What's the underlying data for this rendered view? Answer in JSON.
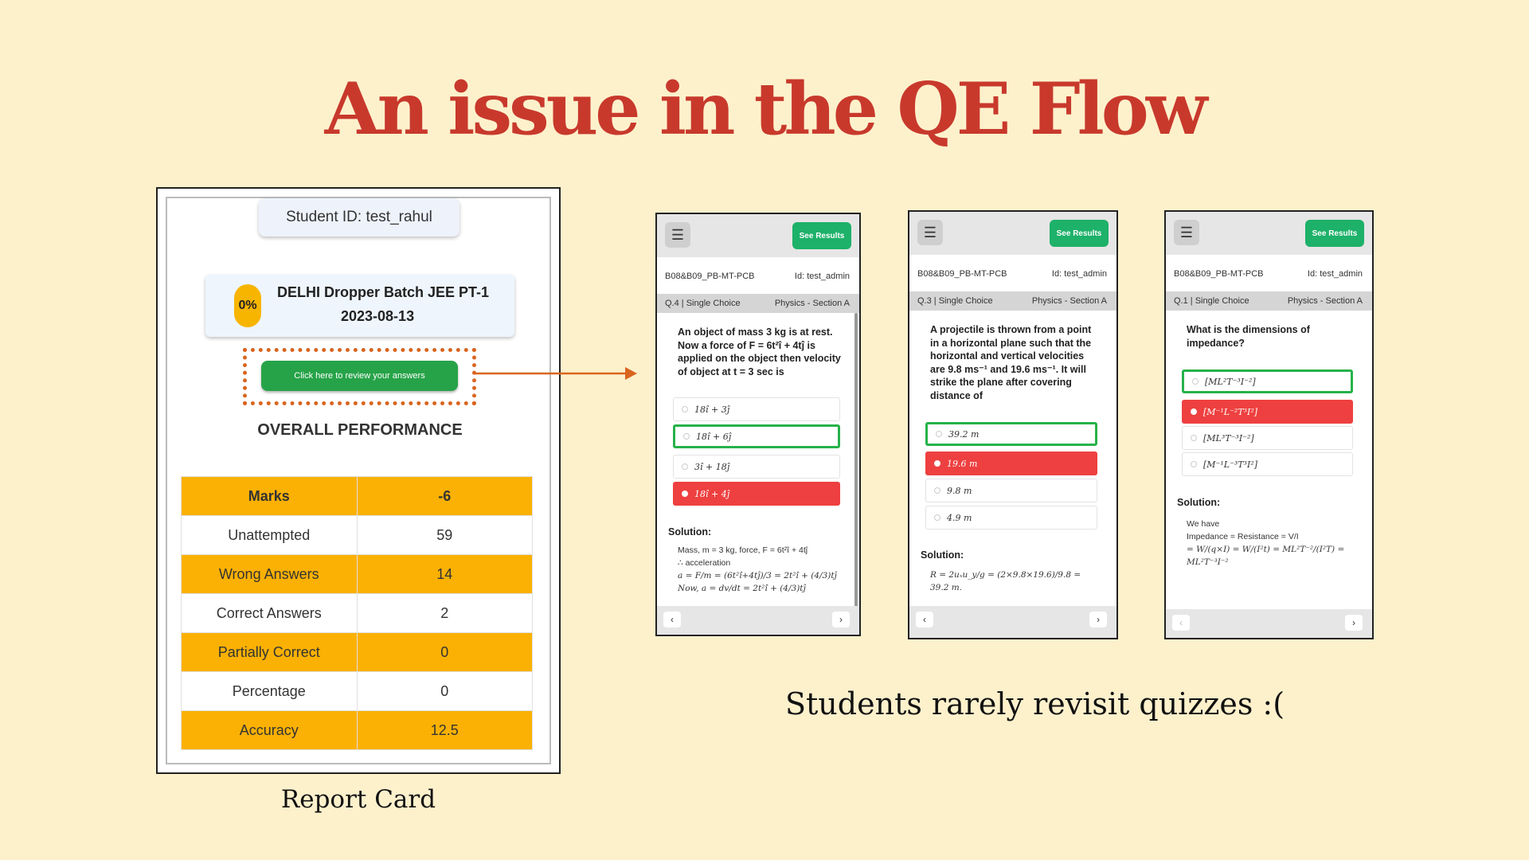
{
  "slide": {
    "title": "An issue in the QE Flow",
    "tagline": "Students rarely revisit quizzes :(",
    "report_caption": "Report Card"
  },
  "report": {
    "student_id": "Student ID: test_rahul",
    "percent_badge": "0%",
    "batch_name": "DELHI Dropper Batch JEE PT-1",
    "date": "2023-08-13",
    "review_button": "Click here to review your answers",
    "overall_title": "OVERALL PERFORMANCE",
    "rows": [
      {
        "label": "Marks",
        "value": "-6"
      },
      {
        "label": "Unattempted",
        "value": "59"
      },
      {
        "label": "Wrong Answers",
        "value": "14"
      },
      {
        "label": "Correct Answers",
        "value": "2"
      },
      {
        "label": "Partially Correct",
        "value": "0"
      },
      {
        "label": "Percentage",
        "value": "0"
      },
      {
        "label": "Accuracy",
        "value": "12.5"
      }
    ],
    "highlight_color": "#fbb103"
  },
  "phones": [
    {
      "see_results": "See Results",
      "code": "B08&B09_PB-MT-PCB",
      "user": "Id: test_admin",
      "question_no": "Q.4 | Single Choice",
      "section": "Physics - Section A",
      "question": "An object of mass 3 kg is at rest. Now a force of F = 6t²î + 4tĵ is applied on the object then velocity of object at t = 3 sec is",
      "options": [
        "18î + 3ĵ",
        "18î + 6ĵ",
        "3î + 18ĵ",
        "18î + 4ĵ"
      ],
      "solution_title": "Solution:",
      "solution_lines": [
        "Mass, m = 3 kg, force, F = 6t²î + 4tĵ",
        "∴ acceleration",
        "a = F/m = (6t²î+4tĵ)/3 = 2t²î + (4/3)tĵ",
        "Now, a = dv/dt = 2t²î + (4/3)tĵ"
      ],
      "prev": "‹",
      "next": "›"
    },
    {
      "see_results": "See Results",
      "code": "B08&B09_PB-MT-PCB",
      "user": "Id: test_admin",
      "question_no": "Q.3 | Single Choice",
      "section": "Physics - Section A",
      "question": "A projectile is thrown from a point in a horizontal plane such that the horizontal and vertical velocities are 9.8 ms⁻¹ and 19.6 ms⁻¹. It will strike the plane after covering distance of",
      "options": [
        "39.2 m",
        "19.6 m",
        "9.8 m",
        "4.9 m"
      ],
      "solution_title": "Solution:",
      "solution_lines": [
        "R = 2uₓu_y/g = (2×9.8×19.6)/9.8 = 39.2 m."
      ],
      "prev": "‹",
      "next": "›"
    },
    {
      "see_results": "See Results",
      "code": "B08&B09_PB-MT-PCB",
      "user": "Id: test_admin",
      "question_no": "Q.1 | Single Choice",
      "section": "Physics - Section A",
      "question": "What is the dimensions of impedance?",
      "options": [
        "[ML²T⁻³I⁻²]",
        "[M⁻¹L⁻²T³I²]",
        "[ML³T⁻³I⁻²]",
        "[M⁻¹L⁻³T³I²]"
      ],
      "solution_title": "Solution:",
      "solution_lines": [
        "We have",
        "Impedance = Resistance = V/I",
        "= W/(q×I) = W/(I²t) = ML²T⁻²/(I²T) = ML²T⁻³I⁻²"
      ],
      "prev": "‹",
      "next": "›"
    }
  ],
  "colors": {
    "title": "#c8392c",
    "background": "#fdf1cc",
    "correct": "#26b24a",
    "wrong": "#ee4040",
    "see_results": "#1db169",
    "arrow": "#d9651e"
  },
  "icons": {
    "menu": "hamburger-icon",
    "prev": "chevron-left-icon",
    "next": "chevron-right-icon",
    "arrow": "arrow-right-icon"
  }
}
